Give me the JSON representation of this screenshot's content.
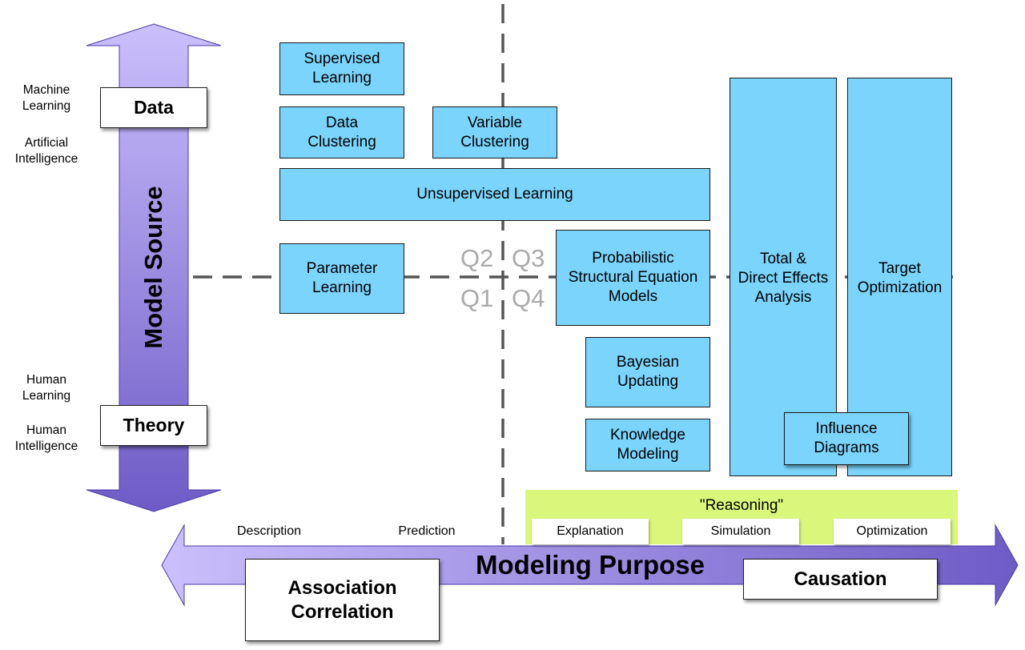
{
  "vertical_axis": {
    "title": "Model Source",
    "top_label": "Data",
    "bottom_label": "Theory",
    "side_labels": {
      "machine_learning": "Machine\nLearning",
      "artificial_intelligence": "Artificial\nIntelligence",
      "human_learning": "Human\nLearning",
      "human_intelligence": "Human\nIntelligence"
    }
  },
  "horizontal_axis": {
    "title": "Modeling Purpose",
    "left_label": "Association\nCorrelation",
    "right_label": "Causation",
    "description": "Description",
    "prediction": "Prediction",
    "reasoning": {
      "title": "\"Reasoning\"",
      "items": [
        "Explanation",
        "Simulation",
        "Optimization"
      ]
    }
  },
  "quadrants": {
    "q1": "Q1",
    "q2": "Q2",
    "q3": "Q3",
    "q4": "Q4"
  },
  "boxes": {
    "supervised_learning": "Supervised\nLearning",
    "data_clustering": "Data\nClustering",
    "variable_clustering": "Variable\nClustering",
    "unsupervised_learning": "Unsupervised Learning",
    "parameter_learning": "Parameter\nLearning",
    "probabilistic_sem": "Probabilistic\nStructural Equation\nModels",
    "bayesian_updating": "Bayesian\nUpdating",
    "knowledge_modeling": "Knowledge\nModeling",
    "total_direct_effects": "Total &\nDirect Effects\nAnalysis",
    "target_optimization": "Target\nOptimization",
    "influence_diagrams": "Influence\nDiagrams"
  },
  "colors": {
    "box_fill": "#7ad4fb",
    "reasoning_fill": "#d9f77a",
    "arrow_light": "#c9bdfb",
    "arrow_dark": "#6f5dc8",
    "quadrant_text": "#aaaaaa",
    "dashed_line": "#555555"
  }
}
